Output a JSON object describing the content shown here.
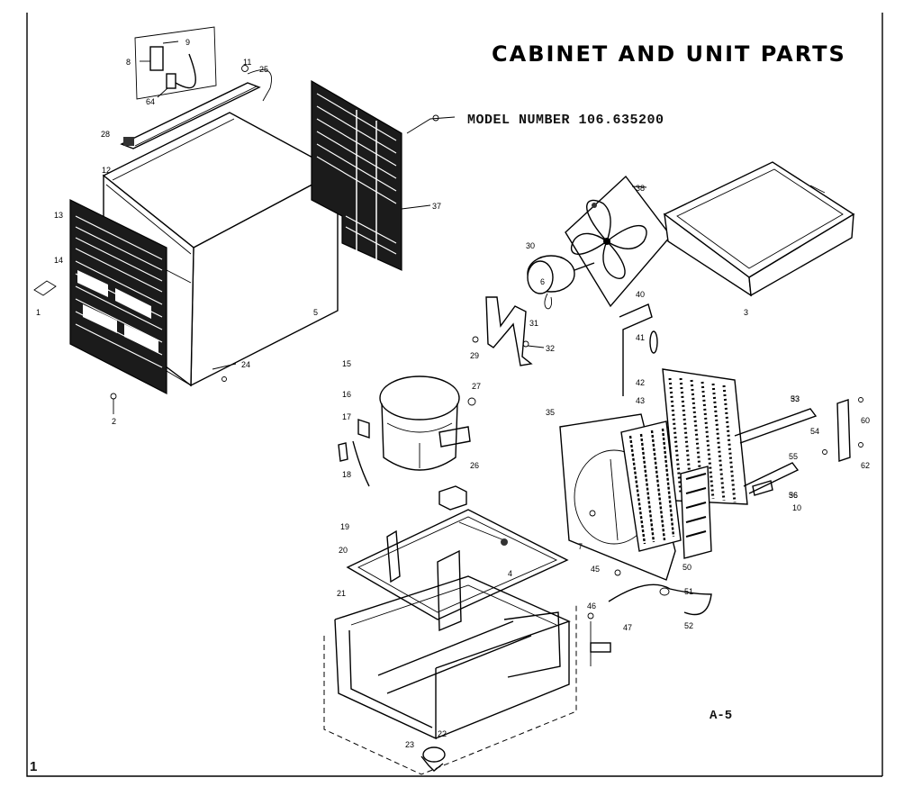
{
  "title": "CABINET AND UNIT PARTS",
  "model_label": "MODEL NUMBER 106.635200",
  "page_ref": "A-5",
  "page_number": "1",
  "callouts": {
    "c1": "1",
    "c2": "2",
    "c3": "3",
    "c4": "4",
    "c5": "5",
    "c6": "6",
    "c7": "7",
    "c8": "8",
    "c9": "9",
    "c10": "10",
    "c11": "11",
    "c12": "12",
    "c13": "13",
    "c14": "14",
    "c15": "15",
    "c16": "16",
    "c17": "17",
    "c18": "18",
    "c19": "19",
    "c20": "20",
    "c21": "21",
    "c22": "22",
    "c23": "23",
    "c24": "24",
    "c25": "25",
    "c26": "26",
    "c27": "27",
    "c28": "28",
    "c29": "29",
    "c30": "30",
    "c31": "31",
    "c32": "32",
    "c33": "33",
    "c35": "35",
    "c36": "36",
    "c37": "37",
    "c38": "38",
    "c40": "40",
    "c41": "41",
    "c42": "42",
    "c43": "43",
    "c45": "45",
    "c46": "46",
    "c47": "47",
    "c50": "50",
    "c51": "51",
    "c52": "52",
    "c53": "53",
    "c54": "54",
    "c55": "55",
    "c56": "56",
    "c60": "60",
    "c62": "62",
    "c64": "64"
  }
}
